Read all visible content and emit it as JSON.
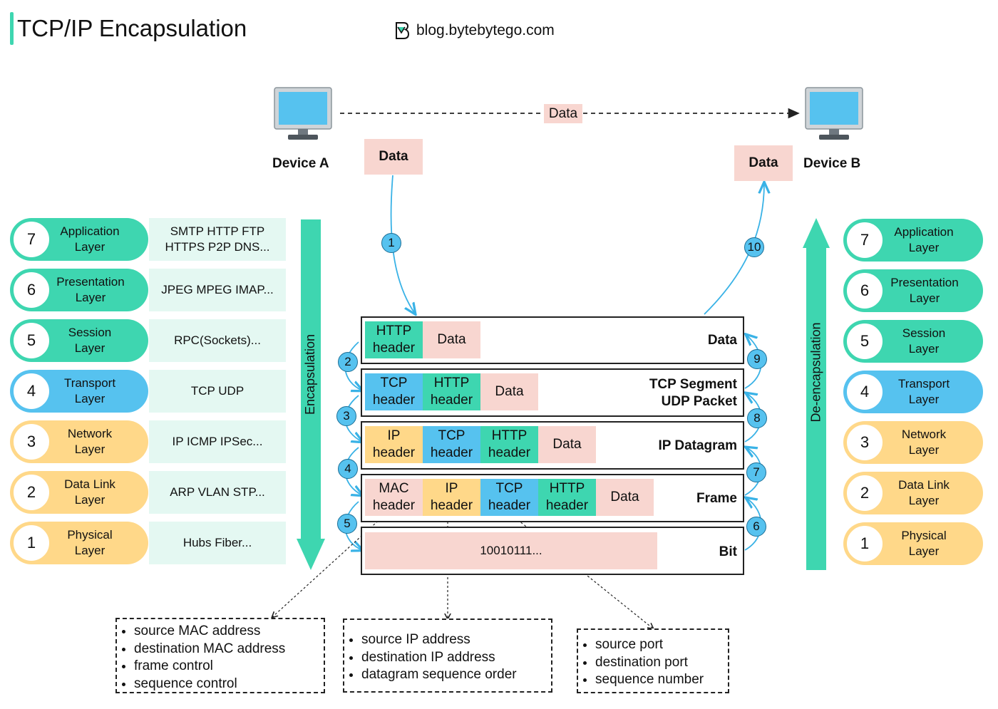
{
  "title": "TCP/IP Encapsulation",
  "brand": {
    "logo_icon": "bytebytego-logo-icon",
    "text": "blog.bytebytego.com"
  },
  "colors": {
    "application": "#3ed6b0",
    "transport": "#56c2ef",
    "network": "#ffd889",
    "data": "#f8d6d0",
    "protocol_bg": "#e4f8f2"
  },
  "devices": {
    "device_a": "Device A",
    "device_b": "Device B",
    "link_label": "Data",
    "data_a": "Data",
    "data_b": "Data"
  },
  "left_layers": [
    {
      "num": "7",
      "name": "Application\nLayer",
      "protocols": "SMTP HTTP FTP\nHTTPS P2P DNS..."
    },
    {
      "num": "6",
      "name": "Presentation\nLayer",
      "protocols": "JPEG MPEG IMAP..."
    },
    {
      "num": "5",
      "name": "Session\nLayer",
      "protocols": "RPC(Sockets)..."
    },
    {
      "num": "4",
      "name": "Transport\nLayer",
      "protocols": "TCP UDP"
    },
    {
      "num": "3",
      "name": "Network\nLayer",
      "protocols": "IP ICMP IPSec..."
    },
    {
      "num": "2",
      "name": "Data Link\nLayer",
      "protocols": "ARP VLAN STP..."
    },
    {
      "num": "1",
      "name": "Physical\nLayer",
      "protocols": "Hubs Fiber..."
    }
  ],
  "right_layers": [
    {
      "num": "7",
      "name": "Application\nLayer"
    },
    {
      "num": "6",
      "name": "Presentation\nLayer"
    },
    {
      "num": "5",
      "name": "Session\nLayer"
    },
    {
      "num": "4",
      "name": "Transport\nLayer"
    },
    {
      "num": "3",
      "name": "Network\nLayer"
    },
    {
      "num": "2",
      "name": "Data Link\nLayer"
    },
    {
      "num": "1",
      "name": "Physical\nLayer"
    }
  ],
  "encapsulation_label": "Encapsulation",
  "deencapsulation_label": "De-encapsulation",
  "rows": {
    "data": {
      "label": "Data",
      "cells": [
        "HTTP\nheader",
        "Data"
      ]
    },
    "segment": {
      "label": "TCP Segment\nUDP Packet",
      "cells": [
        "TCP\nheader",
        "HTTP\nheader",
        "Data"
      ]
    },
    "datagram": {
      "label": "IP Datagram",
      "cells": [
        "IP\nheader",
        "TCP\nheader",
        "HTTP\nheader",
        "Data"
      ]
    },
    "frame": {
      "label": "Frame",
      "cells": [
        "MAC\nheader",
        "IP\nheader",
        "TCP\nheader",
        "HTTP\nheader",
        "Data"
      ]
    },
    "bit": {
      "label": "Bit",
      "cells": [
        "10010111..."
      ]
    }
  },
  "steps": [
    "1",
    "2",
    "3",
    "4",
    "5",
    "6",
    "7",
    "8",
    "9",
    "10"
  ],
  "details": {
    "mac": [
      "source MAC address",
      "destination MAC address",
      "frame control",
      "sequence control"
    ],
    "ip": [
      "source IP address",
      "destination IP address",
      "datagram sequence order"
    ],
    "tcp": [
      "source port",
      "destination port",
      "sequence number"
    ]
  }
}
